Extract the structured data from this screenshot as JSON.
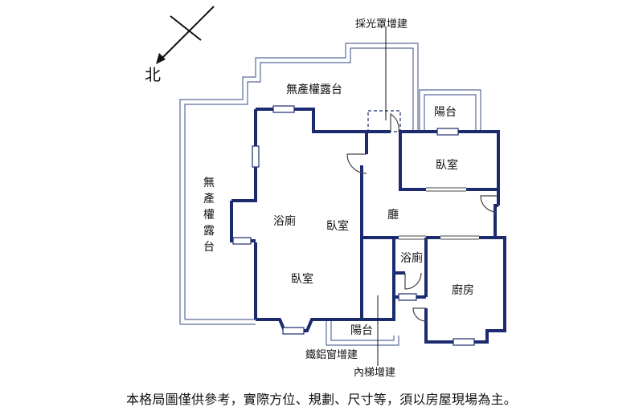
{
  "compass": {
    "north_label": "北"
  },
  "annotations": {
    "skylight_extension": "採光罩增建",
    "aluminum_window_extension": "鐵鋁窗增建",
    "internal_stairs_extension": "內梯增建"
  },
  "rooms": {
    "terrace_top": "無產權露台",
    "terrace_left": "無產權露台",
    "balcony_top_right": "陽台",
    "bedroom_right": "臥室",
    "bath_left": "浴廁",
    "bedroom_main": "臥室",
    "hall": "廳",
    "bath_center": "浴廁",
    "bedroom_bottom_left": "臥室",
    "kitchen": "廚房",
    "balcony_bottom": "陽台"
  },
  "colors": {
    "wall": "#1c2a6e",
    "outline": "#5a6a9a",
    "door": "#444444"
  },
  "disclaimer": "本格局圖僅供參考，實際方位、規劃、尺寸等，須以房屋現場為主。"
}
